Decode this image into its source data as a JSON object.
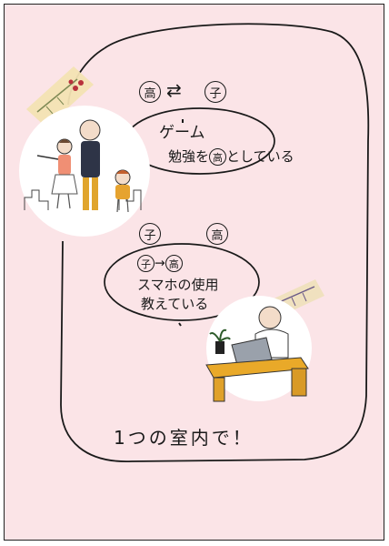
{
  "diagram": {
    "top": {
      "left_char": "高",
      "arrow": "⇄",
      "right_char": "子",
      "line1": "ゲーム",
      "line2_pre": "勉強を",
      "line2_char": "高",
      "line2_post": "としている"
    },
    "middle": {
      "left_char": "子",
      "right_char": "高",
      "line1_char_a": "子",
      "line1_arrow": "→",
      "line1_char_b": "高",
      "line2": "スマホの使用",
      "line3": "教えている"
    },
    "footer": "1つの室内で！"
  }
}
